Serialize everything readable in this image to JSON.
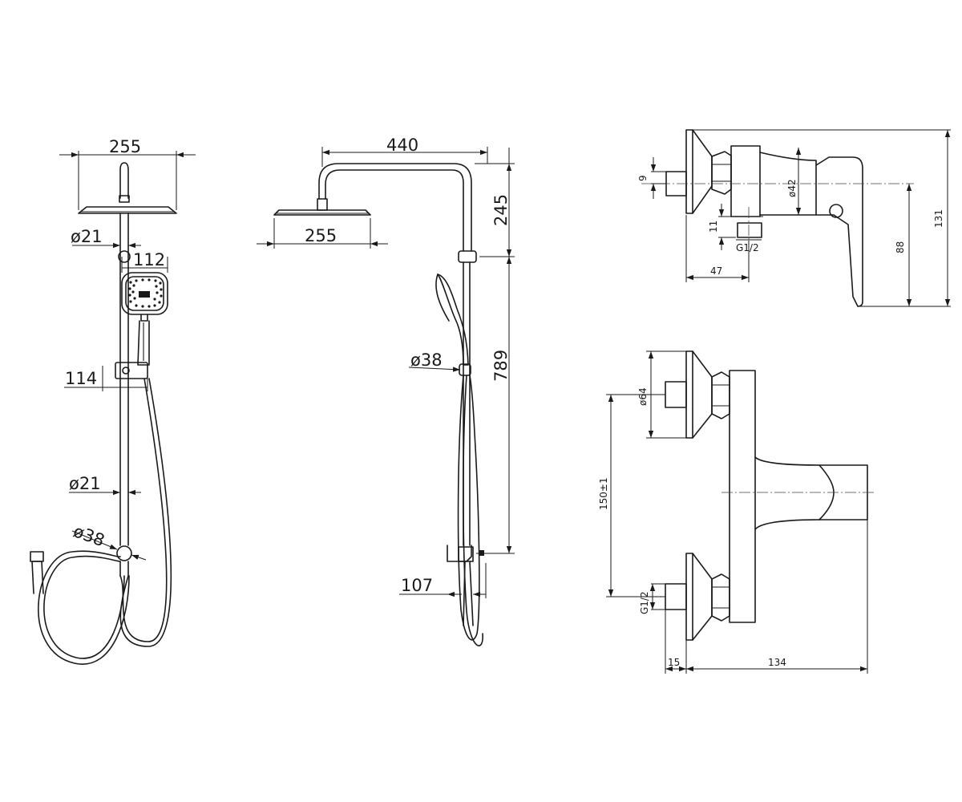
{
  "front_view": {
    "overhead_width": "255",
    "rail_diameter_top": "ø21",
    "handshower_width": "112",
    "holder_width": "114",
    "rail_diameter_bottom": "ø21",
    "connector_diameter": "ø38"
  },
  "side_view": {
    "arm_length": "440",
    "drop_height": "245",
    "overhead_width": "255",
    "handshower_diameter": "ø38",
    "rail_length": "789",
    "diverter_depth": "107"
  },
  "mixer_side_view": {
    "inlet_offset": "9",
    "body_diameter": "ø42",
    "outlet_height": "11",
    "outlet_thread": "G1/2",
    "outlet_distance": "47",
    "handle_height": "88",
    "total_height": "131"
  },
  "mixer_top_view": {
    "escutcheon_diameter": "ø64",
    "inlet_spacing": "150±1",
    "inlet_thread": "G1/2",
    "inlet_depth": "15",
    "total_depth": "134"
  }
}
